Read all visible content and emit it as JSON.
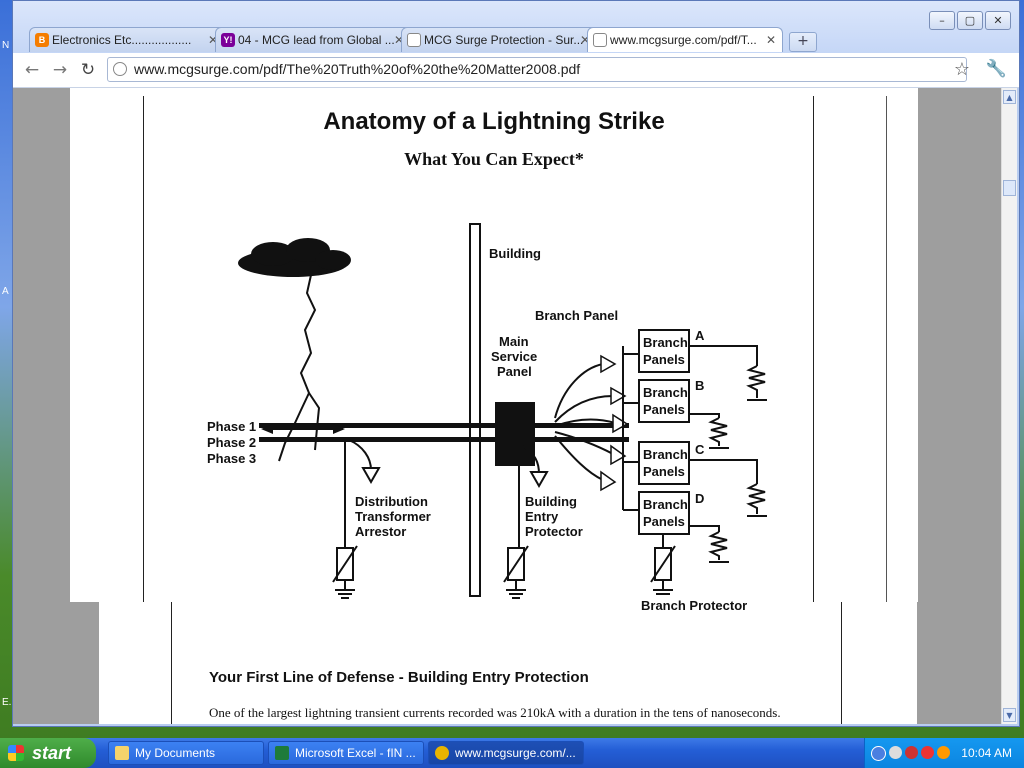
{
  "browser": {
    "tabs": [
      {
        "title": "Electronics Etc..................",
        "favicon": "blogger-icon",
        "color": "#f57d00"
      },
      {
        "title": "04 - MCG lead from Global ...",
        "favicon": "yahoo-icon",
        "color": "#7b0099"
      },
      {
        "title": "MCG Surge Protection - Sur...",
        "favicon": "page-icon",
        "color": "#ffffff"
      },
      {
        "title": "www.mcgsurge.com/pdf/T...",
        "favicon": "page-icon",
        "color": "#ffffff"
      }
    ],
    "new_tab": "+",
    "url": "www.mcgsurge.com/pdf/The%20Truth%20of%20the%20Matter2008.pdf",
    "window_controls": [
      "–",
      "▢",
      "✕"
    ]
  },
  "document": {
    "title": "Anatomy of a Lightning Strike",
    "subtitle": "What You Can Expect*",
    "diagram_labels": {
      "building": "Building",
      "branch_panel": "Branch Panel",
      "main_service_panel": [
        "Main",
        "Service",
        "Panel"
      ],
      "phases": [
        "Phase 1",
        "Phase 2",
        "Phase 3"
      ],
      "distribution": [
        "Distribution",
        "Transformer",
        "Arrestor"
      ],
      "building_entry": [
        "Building",
        "Entry",
        "Protector"
      ],
      "branch_panels": [
        "Branch",
        "Panels"
      ],
      "branch_letters": [
        "A",
        "B",
        "C",
        "D"
      ],
      "branch_protector": "Branch Protector"
    },
    "section_heading": "Your First Line of Defense - Building Entry Protection",
    "section_text": "One of the largest lightning transient currents recorded was 210kA with a duration in the tens of nanoseconds."
  },
  "taskbar": {
    "start_label": "start",
    "tasks": [
      {
        "label": "My Documents",
        "icon": "folder-icon",
        "color": "#f5d36b"
      },
      {
        "label": "Microsoft Excel - fIN ...",
        "icon": "excel-icon",
        "color": "#1e7b3a"
      },
      {
        "label": "www.mcgsurge.com/...",
        "icon": "chrome-icon",
        "color": "#e8b400"
      }
    ],
    "clock": "10:04 AM"
  }
}
